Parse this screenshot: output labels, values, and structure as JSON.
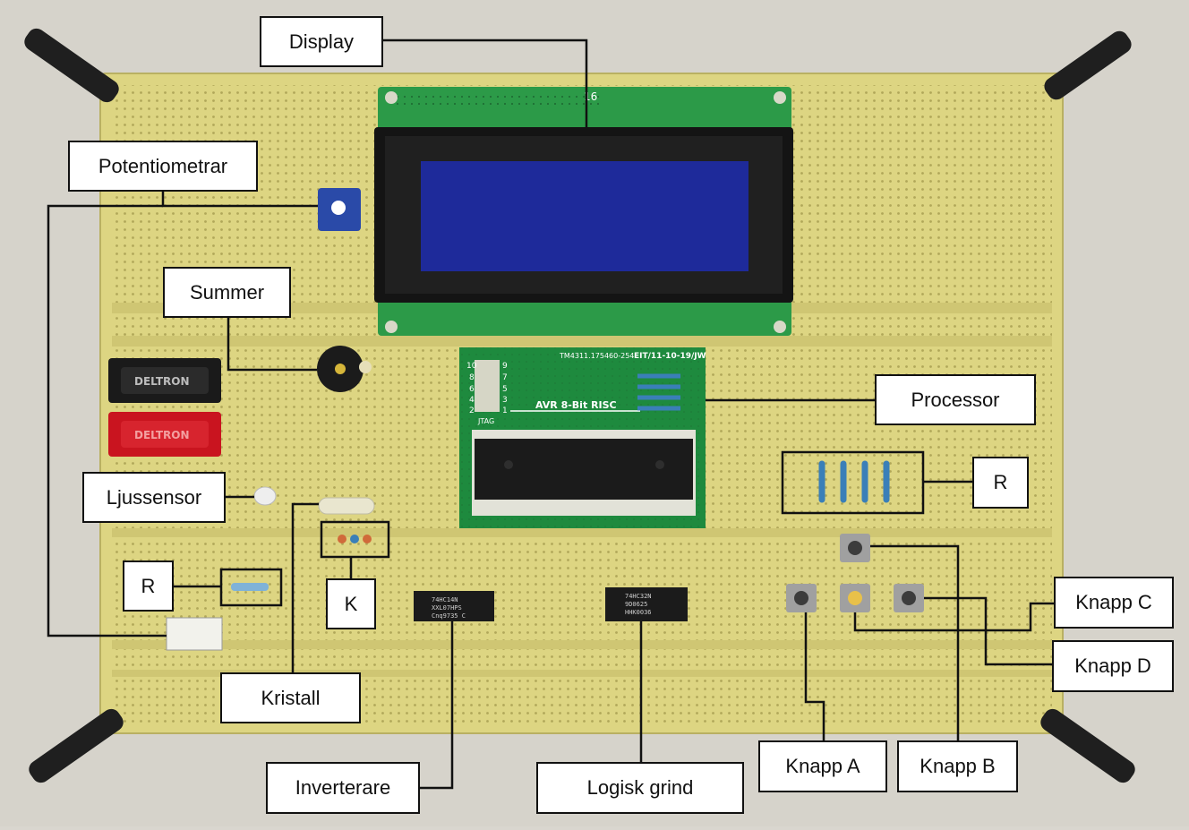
{
  "labels": {
    "display": "Display",
    "potentiometrar": "Potentiometrar",
    "summer": "Summer",
    "ljussensor": "Ljussensor",
    "r_left": "R",
    "k": "K",
    "kristall": "Kristall",
    "inverterare": "Inverterare",
    "logisk_grind": "Logisk grind",
    "processor": "Processor",
    "r_right": "R",
    "knapp_a": "Knapp A",
    "knapp_b": "Knapp B",
    "knapp_c": "Knapp C",
    "knapp_d": "Knapp D"
  },
  "board_text": {
    "deltron_black": "DELTRON",
    "deltron_red": "DELTRON",
    "pcb_id": "TM4311.175460-254",
    "pcb_date": "EIT/11-10-19/JW",
    "cpu_title": "AVR 8-Bit RISC",
    "jtag": "JTAG",
    "jtag_pins_left": [
      "10",
      "8",
      "6",
      "4",
      "2"
    ],
    "jtag_pins_right": [
      "9",
      "7",
      "5",
      "3",
      "1"
    ],
    "ic_inverter": [
      "74HC14N",
      "XXL07HPS",
      "Cnq9735 C"
    ],
    "ic_gate": [
      "74HC32N",
      "9D0625",
      "HHK0036"
    ],
    "lcd_pin": "16"
  },
  "colors": {
    "pcb": "#ddd582",
    "lcd_green": "#2c9a48",
    "lcd_screen": "#1e2a9a",
    "deltron_red": "#c9141f",
    "background": "#d9d6cf"
  }
}
